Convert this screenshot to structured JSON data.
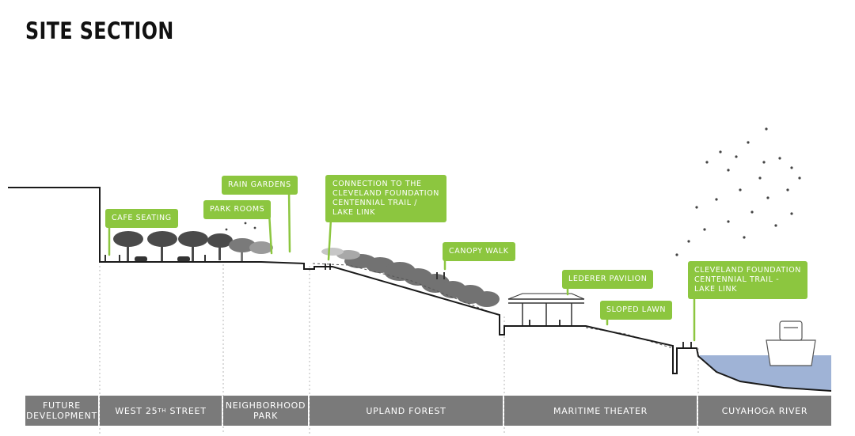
{
  "title": "SITE SECTION",
  "callouts": {
    "cafe_seating": "CAFE SEATING",
    "rain_gardens": "RAIN GARDENS",
    "park_rooms": "PARK ROOMS",
    "connection_trail": "CONNECTION TO THE\nCLEVELAND FOUNDATION\nCENTENNIAL TRAIL /\nLAKE LINK",
    "canopy_walk": "CANOPY WALK",
    "lederer_pavilion": "LEDERER PAVILION",
    "sloped_lawn": "SLOPED LAWN",
    "centennial_trail_lake_link": "CLEVELAND FOUNDATION\nCENTENNIAL TRAIL -\nLAKE LINK"
  },
  "zones": {
    "future_development": "FUTURE\nDEVELOPMENT",
    "west_25th_street": {
      "prefix": "WEST 25",
      "sup": "TH",
      "suffix": " STREET"
    },
    "neighborhood_park": "NEIGHBORHOOD\nPARK",
    "upland_forest": "UPLAND FOREST",
    "maritime_theater": "MARITIME THEATER",
    "cuyahoga_river": "CUYAHOGA RIVER"
  },
  "colors": {
    "callout_green": "#8cc63f",
    "zone_bar_gray": "#7a7a7a",
    "ground_line": "#1a1a1a",
    "tree_gray": "#4a4a4a",
    "river_blue": "#9fb3d6"
  }
}
